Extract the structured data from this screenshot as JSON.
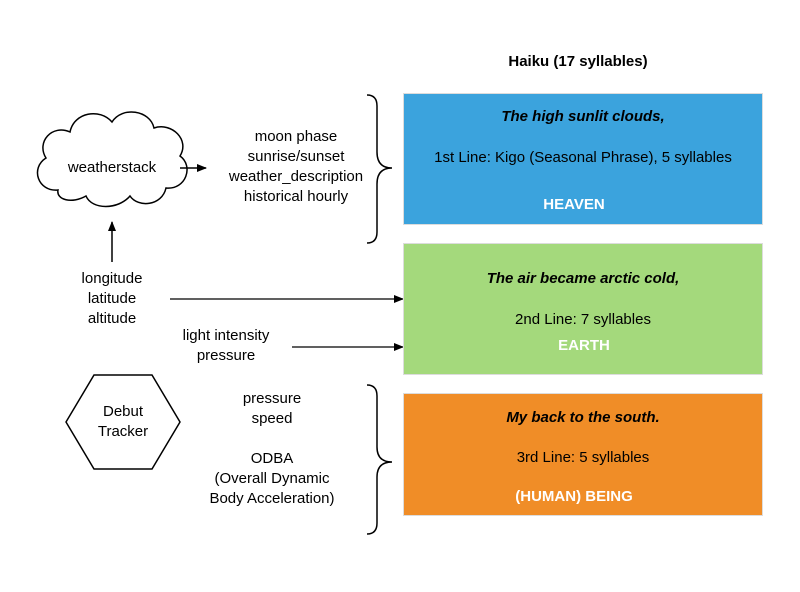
{
  "header": "Haiku (17 syllables)",
  "source_cloud": {
    "label": "weatherstack"
  },
  "weather_fields": [
    "moon phase",
    "sunrise/sunset",
    "weather_description",
    "historical hourly"
  ],
  "position_fields": [
    "longitude",
    "latitude",
    "altitude"
  ],
  "light_fields": [
    "light intensity",
    "pressure"
  ],
  "tracker": {
    "label_line1": "Debut",
    "label_line2": "Tracker"
  },
  "tracker_fields": {
    "line1": "pressure",
    "line2": "speed",
    "line3": "ODBA",
    "line4": "(Overall Dynamic",
    "line5": "Body Acceleration)"
  },
  "haiku_lines": [
    {
      "poem": "The high sunlit clouds,",
      "description": "1st Line: Kigo (Seasonal Phrase), 5 syllables",
      "tag": "HEAVEN",
      "color": "#3ba3dd"
    },
    {
      "poem": "The air became arctic cold,",
      "description": "2nd Line: 7 syllables",
      "tag": "EARTH",
      "color": "#a4d97c"
    },
    {
      "poem": "My back to the south.",
      "description": "3rd Line: 5 syllables",
      "tag": "(HUMAN) BEING",
      "color": "#f08d27"
    }
  ]
}
